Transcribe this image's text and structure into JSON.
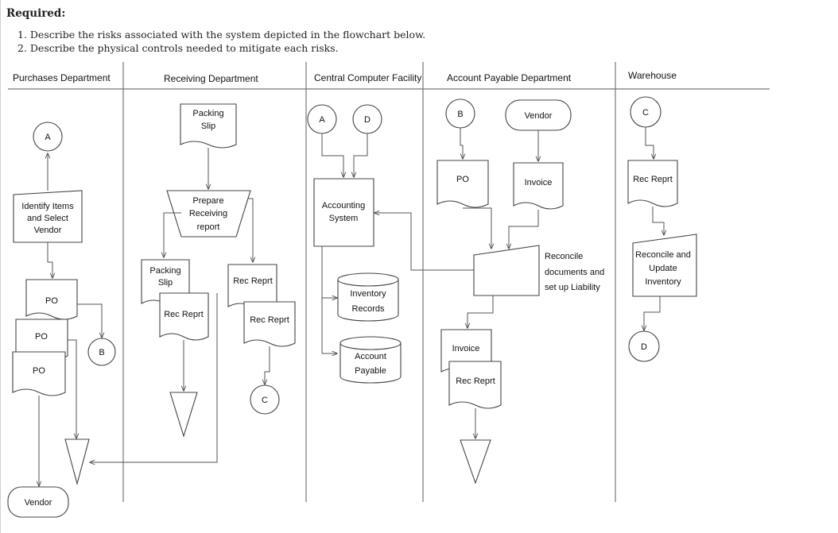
{
  "required": {
    "title": "Required:",
    "items": [
      "1. Describe the risks associated with the system depicted in the flowchart below.",
      "2. Describe the physical controls needed to mitigate each risks."
    ]
  },
  "lanes": {
    "purchases": "Purchases Department",
    "receiving": "Receiving Department",
    "computer": "Central Computer Facility",
    "payable": "Account Payable Department",
    "warehouse": "Warehouse"
  },
  "purchases": {
    "connector_a": "A",
    "process_1": "Identify Items",
    "process_2": "and Select",
    "process_3": "Vendor",
    "po1": "PO",
    "po2": "PO",
    "po3": "PO",
    "connector_b": "B",
    "vendor": "Vendor"
  },
  "receiving": {
    "slip_1": "Packing",
    "slip_2": "Slip",
    "prep_1": "Prepare",
    "prep_2": "Receiving",
    "prep_3": "report",
    "slip2_1": "Packing",
    "slip2_2": "Slip",
    "rec1": "Rec Reprt",
    "rec2": "Rec Reprt",
    "rec3": "Rec Reprt",
    "connector_c": "C"
  },
  "computer": {
    "connector_a": "A",
    "connector_d": "D",
    "acct_1": "Accounting",
    "acct_2": "System",
    "inv_1": "Inventory",
    "inv_2": "Records",
    "ap_1": "Account",
    "ap_2": "Payable"
  },
  "payable": {
    "connector_b": "B",
    "vendor": "Vendor",
    "po": "PO",
    "invoice": "Invoice",
    "reconcile_1": "Reconcile",
    "reconcile_2": "documents and",
    "reconcile_3": "set up Liability",
    "invoice2": "Invoice",
    "rec": "Rec Reprt"
  },
  "warehouse": {
    "connector_c": "C",
    "rec": "Rec Reprt",
    "update_1": "Reconcile and",
    "update_2": "Update",
    "update_3": "Inventory",
    "connector_d": "D"
  }
}
